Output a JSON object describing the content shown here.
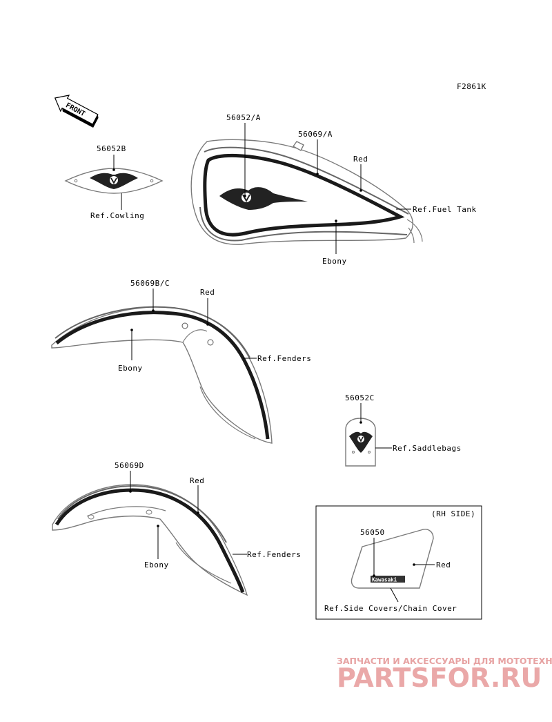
{
  "figure_code": "F2861K",
  "front_arrow": "FRONT",
  "callouts": {
    "tank_emblem": "56052/A",
    "tank_stripe": "56069/A",
    "tank_red": "Red",
    "tank_ref": "Ref.Fuel Tank",
    "tank_ebony": "Ebony",
    "cowling_part": "56052B",
    "cowling_ref": "Ref.Cowling",
    "front_fender_part": "56069B/C",
    "front_fender_red": "Red",
    "front_fender_ref": "Ref.Fenders",
    "front_fender_ebony": "Ebony",
    "saddlebag_part": "56052C",
    "saddlebag_ref": "Ref.Saddlebags",
    "rear_fender_part": "56069D",
    "rear_fender_red": "Red",
    "rear_fender_ref": "Ref.Fenders",
    "rear_fender_ebony": "Ebony",
    "rh_side_title": "(RH SIDE)",
    "side_cover_part": "56050",
    "side_cover_red": "Red",
    "side_cover_ref": "Ref.Side Covers/Chain Cover",
    "badge_text": "Kawasaki"
  },
  "watermark": {
    "tagline": "ЗАПЧАСТИ И АКСЕССУАРЫ ДЛЯ МОТОТЕХНИКИ",
    "logo": "PARTSFOR.RU"
  }
}
